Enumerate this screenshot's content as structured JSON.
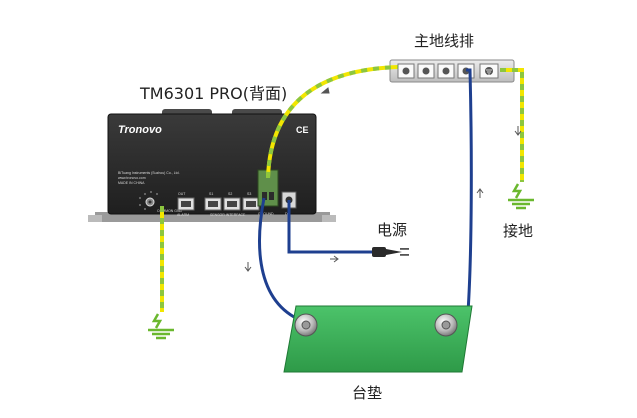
{
  "labels": {
    "device_title": "TM6301 PRO(背面)",
    "main_ground_bar": "主地线排",
    "power": "电源",
    "ground": "接地",
    "table_mat": "台垫"
  },
  "device": {
    "brand": "Tronovo",
    "ce_mark": "CE",
    "company_line1": "BiTuang Instruments (Suzhou) Co., Ltd.",
    "company_line2": "www.tronovo.com",
    "company_line3": "MADE IN CHINA",
    "port_labels": {
      "common": "COMMON GND",
      "alarm": "ALARM",
      "sensor": "SENSOR INTERFACE",
      "ground": "GROUND",
      "dc": "DC",
      "s1": "S1",
      "s2": "S2",
      "s3": "S3",
      "out": "OUT"
    }
  },
  "colors": {
    "device_body": "#2b2b2b",
    "ground_wire_green": "#8dc63f",
    "ground_wire_yellow": "#f2e600",
    "blue_wire": "#1e3f8f",
    "mat_green": "#3db35a",
    "bar_gray": "#d4d4d4",
    "ground_symbol": "#6ab82e"
  }
}
